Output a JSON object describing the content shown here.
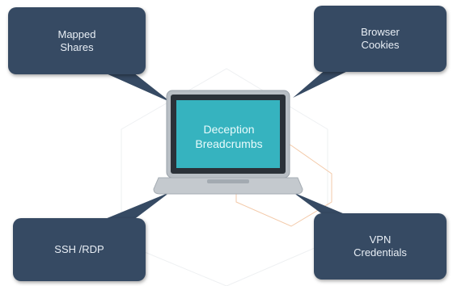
{
  "center": {
    "label": "Deception\nBreadcrumbs"
  },
  "callouts": {
    "top_left": "Mapped\nShares",
    "top_right": "Browser\nCookies",
    "bottom_left": "SSH /RDP",
    "bottom_right": "VPN\nCredentials"
  },
  "colors": {
    "callout_fill": "#364a63",
    "screen_fill": "#36b3bf",
    "laptop_body": "#c4c9ce",
    "accent_hexagon": "#f3c9a8"
  }
}
